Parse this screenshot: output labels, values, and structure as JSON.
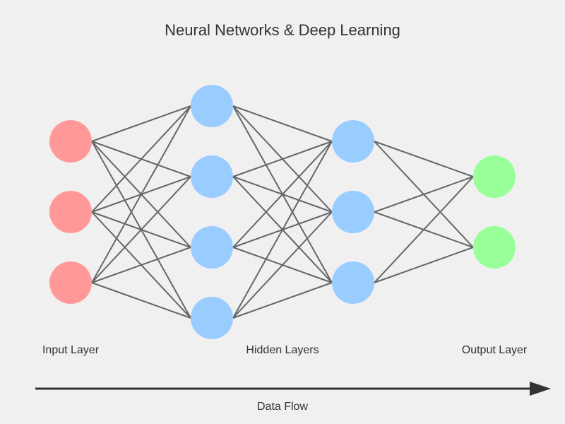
{
  "title": "Neural Networks & Deep Learning",
  "labels": {
    "input": "Input Layer",
    "hidden": "Hidden Layers",
    "output": "Output Layer",
    "flow": "Data Flow"
  },
  "colors": {
    "background": "#f0f0f0",
    "input_node": "#ff9999",
    "hidden_node": "#99ccff",
    "output_node": "#99ff99",
    "edge": "#666666",
    "arrow": "#333333",
    "text": "#333333"
  },
  "layers": [
    {
      "role": "input",
      "nodes": 3
    },
    {
      "role": "hidden",
      "nodes": 4
    },
    {
      "role": "hidden",
      "nodes": 3
    },
    {
      "role": "output",
      "nodes": 2
    }
  ]
}
